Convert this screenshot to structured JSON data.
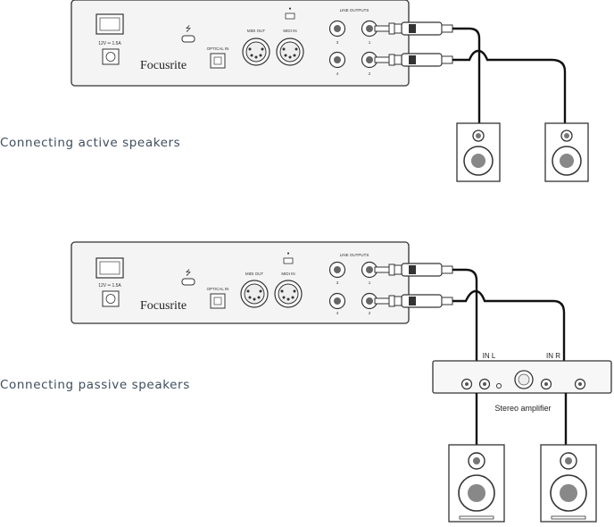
{
  "diagram": {
    "captions": {
      "active": "Connecting active speakers",
      "passive": "Connecting passive speakers"
    },
    "interface": {
      "brand": "Focusrite",
      "power_label": "12V ═ 1.5A",
      "optical_in": "OPTICAL IN",
      "midi_out": "MIDI OUT",
      "midi_in": "MIDI IN",
      "line_outputs": "LINE OUTPUTS",
      "jack_labels": [
        "3",
        "1",
        "4",
        "2"
      ]
    },
    "amplifier": {
      "label": "Stereo amplifier",
      "in_left": "IN L",
      "in_right": "IN R"
    },
    "colors": {
      "outline": "#333333",
      "panel_fill": "#f2f2f2",
      "caption": "#3f4d5e"
    }
  }
}
